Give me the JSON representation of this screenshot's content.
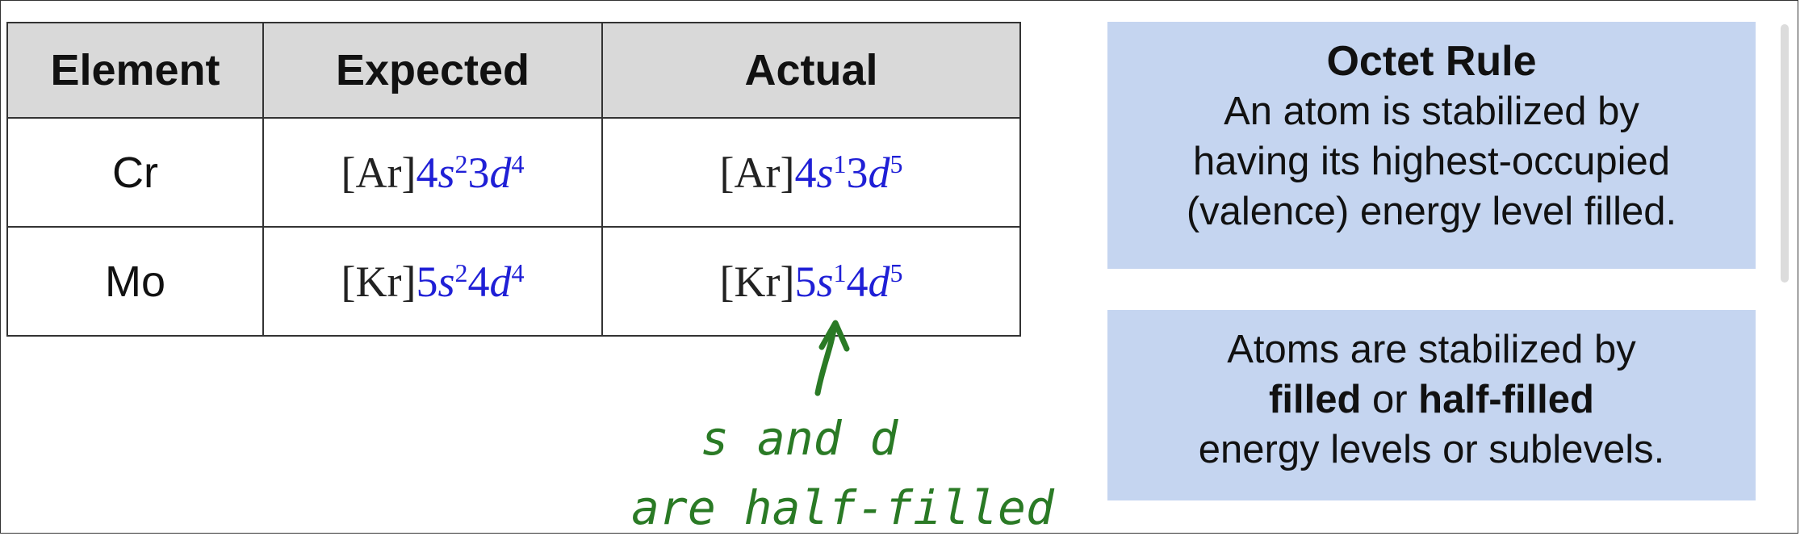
{
  "table": {
    "headers": [
      "Element",
      "Expected",
      "Actual"
    ],
    "rows": [
      {
        "element": "Cr",
        "expected": {
          "base": "[Ar]",
          "n1": "4",
          "o1": "s",
          "e1": "2",
          "n2": "3",
          "o2": "d",
          "e2": "4"
        },
        "actual": {
          "base": "[Ar]",
          "n1": "4",
          "o1": "s",
          "e1": "1",
          "n2": "3",
          "o2": "d",
          "e2": "5"
        }
      },
      {
        "element": "Mo",
        "expected": {
          "base": "[Kr]",
          "n1": "5",
          "o1": "s",
          "e1": "2",
          "n2": "4",
          "o2": "d",
          "e2": "4"
        },
        "actual": {
          "base": "[Kr]",
          "n1": "5",
          "o1": "s",
          "e1": "1",
          "n2": "4",
          "o2": "d",
          "e2": "5"
        }
      }
    ]
  },
  "octet_box": {
    "title": "Octet Rule",
    "lines": [
      "An atom is stabilized by",
      "having its highest-occupied",
      "(valence) energy level filled."
    ]
  },
  "stability_box": {
    "line1": "Atoms are stabilized by",
    "bold1": "filled",
    "or": " or ",
    "bold2": "half-filled",
    "line3": "energy levels or sublevels."
  },
  "annotation": {
    "line1": "s and d",
    "line2": "are half-filled"
  },
  "colors": {
    "orbital_blue": "#1f1fd6",
    "annotation_green": "#2a7a25",
    "box_background": "#c5d5f0",
    "header_gray": "#d9d9d9"
  }
}
